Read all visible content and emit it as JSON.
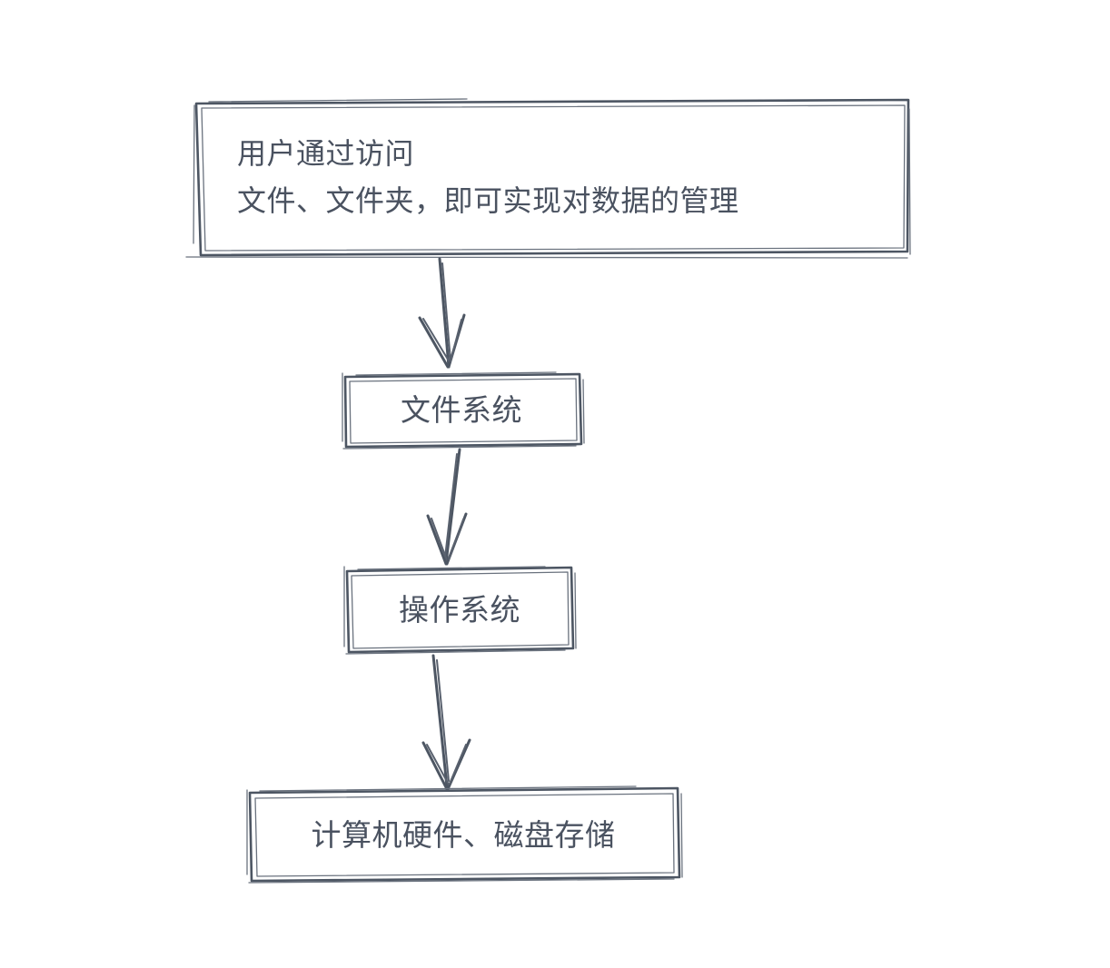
{
  "diagram": {
    "type": "flowchart",
    "style": "hand-drawn-sketch",
    "orientation": "top-to-bottom",
    "stroke_color": "#4d5663",
    "text_color": "#4a5260",
    "background_color": "#ffffff",
    "nodes": [
      {
        "id": "intro",
        "label": "用户通过访问\n文件、文件夹，即可实现对数据的管理",
        "line1": "用户通过访问",
        "line2": "文件、文件夹，即可实现对数据的管理",
        "shape": "rectangle",
        "align": "left"
      },
      {
        "id": "filesystem",
        "label": "文件系统",
        "shape": "rectangle",
        "align": "center"
      },
      {
        "id": "os",
        "label": "操作系统",
        "shape": "rectangle",
        "align": "center"
      },
      {
        "id": "hardware",
        "label": "计算机硬件、磁盘存储",
        "shape": "rectangle",
        "align": "center"
      }
    ],
    "edges": [
      {
        "id": "edge-intro-filesystem",
        "from": "intro",
        "to": "filesystem",
        "label": "",
        "arrow": "down"
      },
      {
        "id": "edge-filesystem-os",
        "from": "filesystem",
        "to": "os",
        "label": "",
        "arrow": "down"
      },
      {
        "id": "edge-os-hardware",
        "from": "os",
        "to": "hardware",
        "label": "",
        "arrow": "down"
      }
    ]
  }
}
